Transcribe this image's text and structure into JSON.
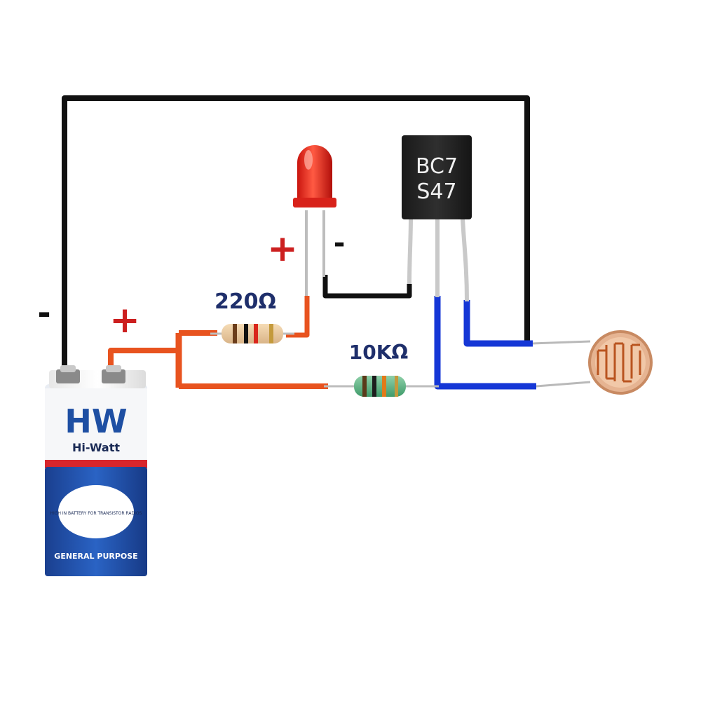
{
  "labels": {
    "battery_negative": "-",
    "battery_positive": "+",
    "led_positive": "+",
    "led_negative": "-",
    "resistor_led": "220Ω",
    "resistor_base": "10KΩ",
    "transistor_line1": "BC7",
    "transistor_line2": "S47"
  },
  "battery": {
    "brand_logo": "HW",
    "brand_name": "Hi-Watt",
    "badge_text": "HIGH IN BATTERY FOR TRANSISTOR RADIOS",
    "footer": "GENERAL PURPOSE"
  },
  "colors": {
    "wire_negative": "#111111",
    "wire_positive": "#e8531f",
    "wire_ldr": "#1537d6",
    "sign_red": "#cc1f1f",
    "value_label": "#1f2f6b",
    "led_red": "#f2281c",
    "battery_blue": "#1e4fa3",
    "battery_red": "#d8262c"
  },
  "icons": {
    "led": "red-led-icon",
    "transistor": "npn-transistor-icon",
    "ldr": "photoresistor-icon",
    "battery": "9v-battery-icon"
  }
}
